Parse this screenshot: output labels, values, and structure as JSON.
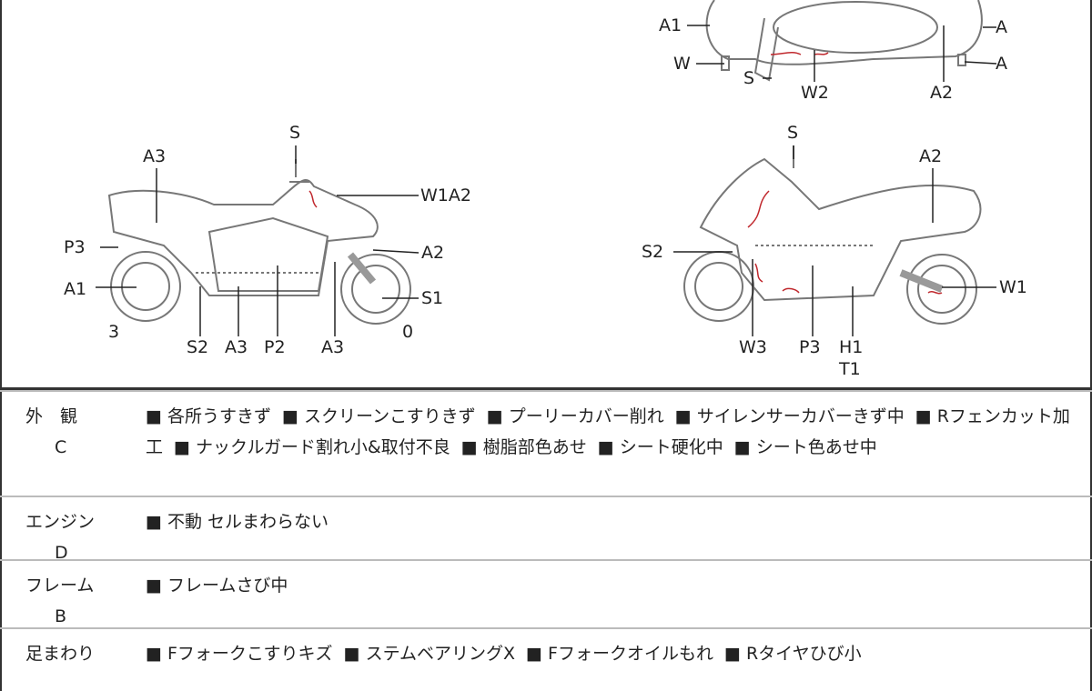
{
  "diagram": {
    "top_view_labels": {
      "a1": "A1",
      "a_right_1": "A",
      "w": "W",
      "s": "S",
      "w2": "W2",
      "a2": "A2",
      "a_right_2": "A"
    },
    "left_view_labels": {
      "s": "S",
      "a3_top": "A3",
      "w1a2": "W1A2",
      "p3": "P3",
      "a2": "A2",
      "a1": "A1",
      "s1": "S1",
      "num_3": "3",
      "num_0": "0",
      "s2": "S2",
      "a3_bottom": "A3",
      "p2": "P2",
      "a3_bottom_2": "A3"
    },
    "right_view_labels": {
      "s": "S",
      "a2": "A2",
      "s2": "S2",
      "w1": "W1",
      "w3": "W3",
      "p3": "P3",
      "h1": "H1",
      "t1": "T1"
    },
    "damage_color": "#c0282d"
  },
  "rows": [
    {
      "category": "外　観",
      "grade": "C",
      "items": [
        "各所うすきず",
        "スクリーンこすりきず",
        "プーリーカバー削れ",
        "サイレンサーカバーきず中",
        "Rフェンカット加工",
        "ナックルガード割れ小&取付不良",
        "樹脂部色あせ",
        "シート硬化中",
        "シート色あせ中"
      ]
    },
    {
      "category": "エンジン",
      "grade": "D",
      "items": [
        "不動 セルまわらない"
      ]
    },
    {
      "category": "フレーム",
      "grade": "B",
      "items": [
        "フレームさび中"
      ]
    },
    {
      "category": "足まわり",
      "grade": "",
      "items": [
        "Fフォークこすりキズ",
        "ステムベアリングX",
        "Fフォークオイルもれ",
        "Rタイヤひび小"
      ]
    }
  ]
}
